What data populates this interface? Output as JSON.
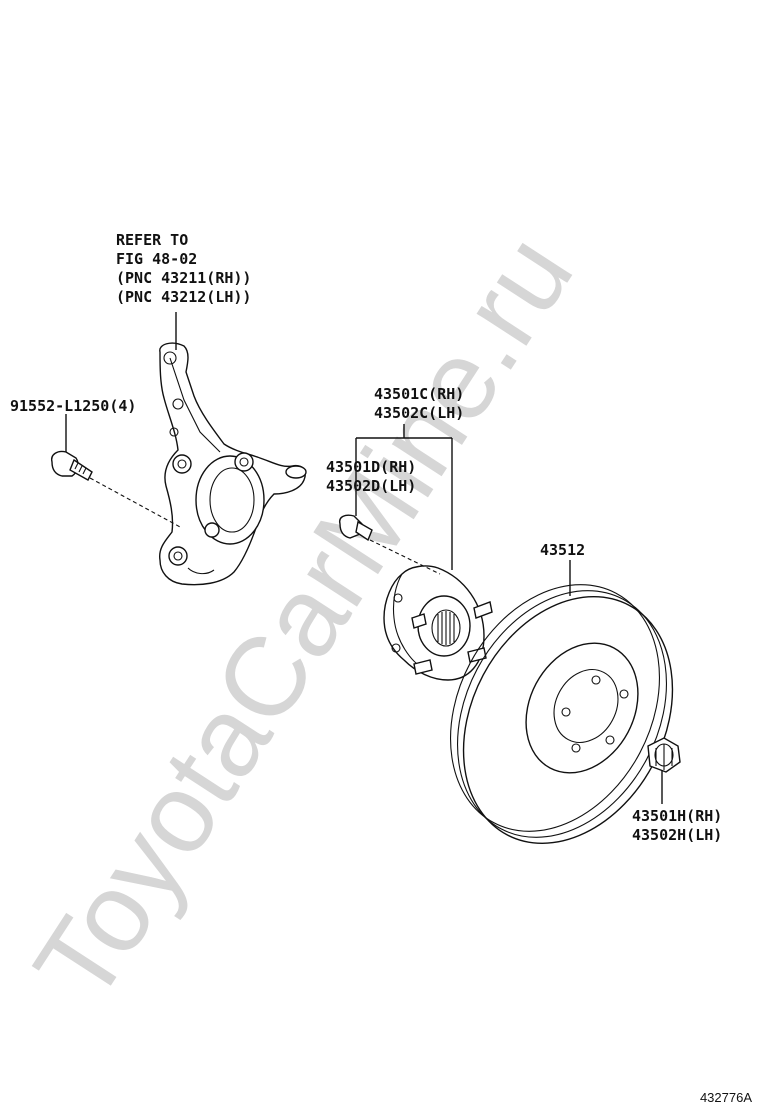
{
  "watermark": "ToyotaCarMine.ru",
  "figure_id": "432776A",
  "labels": {
    "refer": [
      "REFER TO",
      "FIG 48-02",
      "(PNC 43211(RH))",
      "(PNC 43212(LH))"
    ],
    "bolt": "91552-L1250(4)",
    "hub": [
      "43501C(RH)",
      "43502C(LH)"
    ],
    "stud": [
      "43501D(RH)",
      "43502D(LH)"
    ],
    "rotor": "43512",
    "nut": [
      "43501H(RH)",
      "43502H(LH)"
    ]
  }
}
